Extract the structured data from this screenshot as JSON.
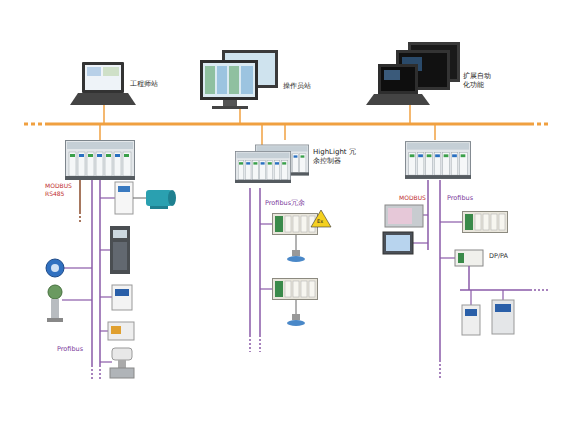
{
  "diagram": {
    "nodes": [
      {
        "text": [
          "工程师站"
        ]
      },
      {
        "text": [
          "操作员站"
        ]
      },
      {
        "text": [
          "扩展自动化功能"
        ]
      },
      {
        "text": [
          "HighLight 冗余控制器"
        ]
      }
    ],
    "labels": [
      "MODBUS",
      "RS485",
      "Profibus",
      "Profibus冗余",
      "Ex",
      "MODBUS",
      "Profibus",
      "DP/PA"
    ]
  }
}
